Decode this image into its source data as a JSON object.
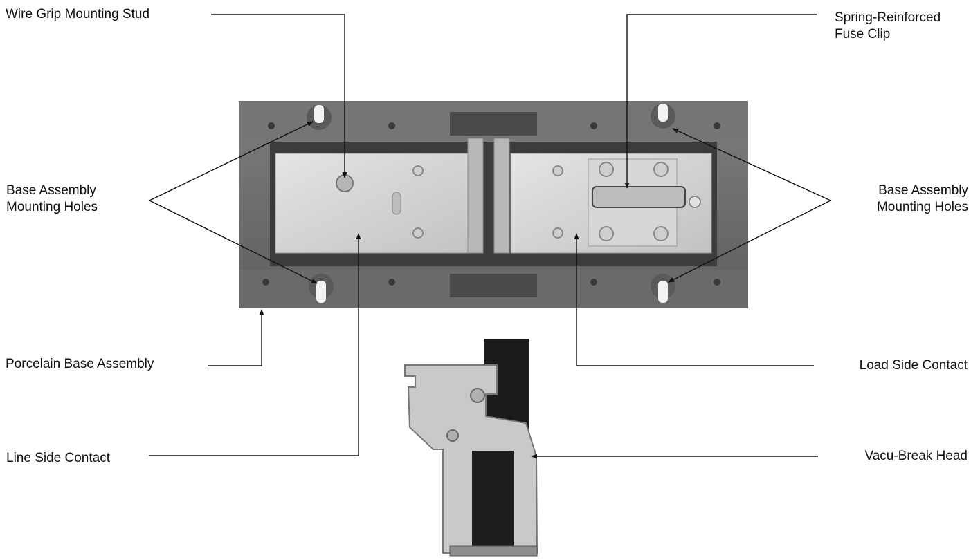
{
  "labels": {
    "wire_grip_mounting_stud": "Wire Grip Mounting Stud",
    "base_holes_left": [
      "Base Assembly",
      "Mounting Holes"
    ],
    "porcelain_base_assembly": "Porcelain Base Assembly",
    "line_side_contact": "Line Side Contact",
    "spring_fuse_clip": [
      "Spring-Reinforced",
      "Fuse Clip"
    ],
    "base_holes_right": [
      "Base Assembly",
      "Mounting Holes"
    ],
    "load_side_contact": "Load Side Contact",
    "vacu_break_head": "Vacu-Break Head"
  },
  "colors": {
    "base_gray": "#6f6f6f",
    "base_dark": "#4d4d4d",
    "contact_silver": "#d4d4d4",
    "head_black": "#1a1a1a",
    "line": "#111111"
  }
}
